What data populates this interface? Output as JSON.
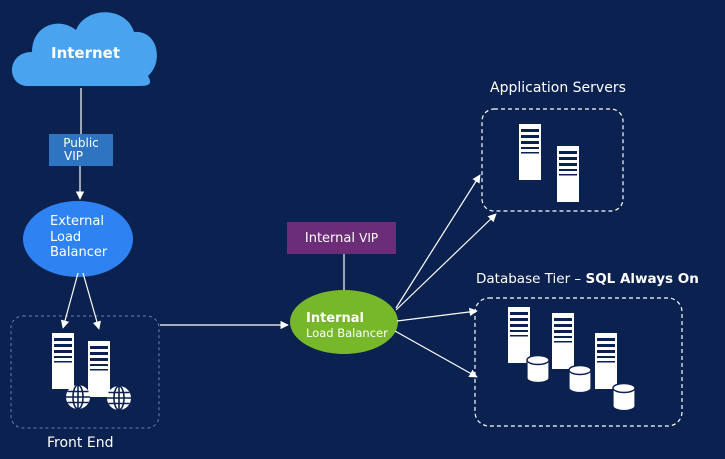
{
  "internet": {
    "label": "Internet"
  },
  "public_vip": {
    "line1": "Public",
    "line2": "VIP"
  },
  "external_lb": {
    "line1": "External",
    "line2": "Load",
    "line3": "Balancer"
  },
  "front_end": {
    "label": "Front End"
  },
  "internal_vip": {
    "label_main": "Internal",
    "label_vip": "VIP"
  },
  "internal_lb": {
    "line1": "Internal",
    "line2": "Load Balancer"
  },
  "app_servers": {
    "label": "Application Servers"
  },
  "database_tier": {
    "label_prefix": "Database Tier – ",
    "label_bold": "SQL Always On"
  },
  "colors": {
    "background": "#0b2150",
    "cloud": "#4aa3ee",
    "public_vip_box": "#2f74c0",
    "external_lb": "#2f82f2",
    "internal_vip_box": "#6b2c78",
    "internal_lb": "#76b82a",
    "lines": "#ffffff"
  },
  "icons": {
    "server": "server-icon",
    "globe": "globe-icon",
    "database": "database-icon",
    "cloud": "cloud-icon"
  }
}
